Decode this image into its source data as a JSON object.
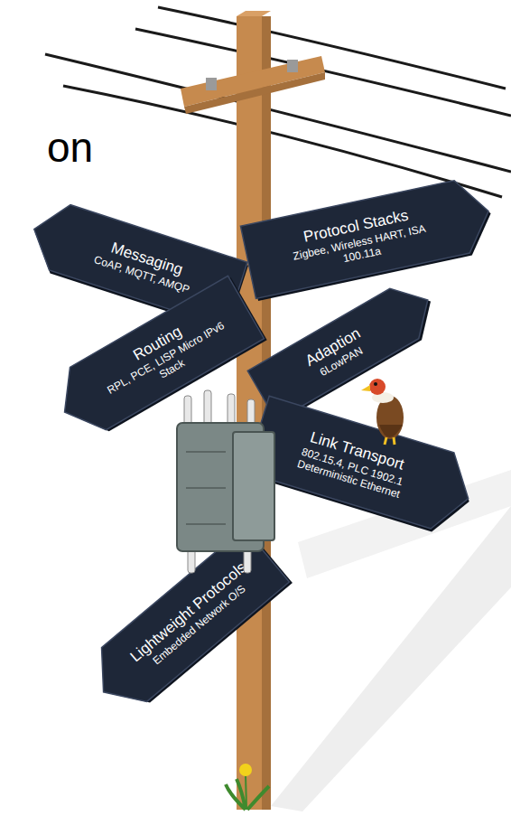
{
  "diagram": {
    "nodes": [
      {
        "text": [
          "Messaging",
          "CoAP, MQTT, AMQP"
        ]
      },
      {
        "text": [
          "Protocol Stacks",
          "Zigbee, Wireless HART, ISA 100.11a"
        ]
      },
      {
        "text": [
          "Routing",
          "RPL, PCE, LISP Micro IPv6 Stack"
        ]
      },
      {
        "text": [
          "Adaption",
          "6LowPAN"
        ]
      },
      {
        "text": [
          "Link Transport",
          "802.15.4, PLC 1902.1 Deterministic Ethernet"
        ]
      },
      {
        "text": [
          "Lightweight Protocols",
          "Embedded Network O/S"
        ]
      }
    ],
    "labels": [
      "on"
    ]
  }
}
